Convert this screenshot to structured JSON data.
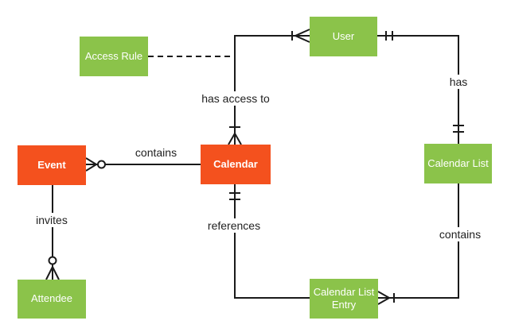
{
  "diagram_type": "entity-relationship",
  "colors": {
    "entity_green": "#8BC34A",
    "entity_orange": "#F4511E",
    "connector": "#1A1A1A",
    "label_text": "#212121",
    "background": "#FFFFFF",
    "entity_text": "#FFFFFF"
  },
  "entities": {
    "access_rule": {
      "label": "Access Rule",
      "color": "green"
    },
    "user": {
      "label": "User",
      "color": "green"
    },
    "event": {
      "label": "Event",
      "color": "orange"
    },
    "calendar": {
      "label": "Calendar",
      "color": "orange"
    },
    "calendar_list": {
      "label": "Calendar List",
      "color": "green"
    },
    "attendee": {
      "label": "Attendee",
      "color": "green"
    },
    "calendar_list_entry": {
      "label": "Calendar List Entry",
      "color": "green"
    }
  },
  "relationships": [
    {
      "label": "contains",
      "from": "Event",
      "to": "Calendar",
      "from_notation": "zero-or-many",
      "to_notation": "none",
      "line_style": "solid"
    },
    {
      "label": "has access to",
      "from": "Calendar",
      "to": "User",
      "from_notation": "one-or-many",
      "to_notation": "one-or-many",
      "line_style": "solid"
    },
    {
      "label": "has",
      "from": "User",
      "to": "Calendar List",
      "from_notation": "one-and-only-one",
      "to_notation": "one-and-only-one",
      "line_style": "solid"
    },
    {
      "label": "contains",
      "from": "Calendar List",
      "to": "Calendar List Entry",
      "from_notation": "none",
      "to_notation": "one-or-many",
      "line_style": "solid"
    },
    {
      "label": "references",
      "from": "Calendar",
      "to": "Calendar List Entry",
      "from_notation": "one-and-only-one",
      "to_notation": "none",
      "line_style": "solid"
    },
    {
      "label": "invites",
      "from": "Event",
      "to": "Attendee",
      "from_notation": "none",
      "to_notation": "zero-or-many",
      "line_style": "solid"
    },
    {
      "label": "",
      "from": "Access Rule",
      "to": "has access to",
      "from_notation": "none",
      "to_notation": "none",
      "line_style": "dashed"
    }
  ]
}
